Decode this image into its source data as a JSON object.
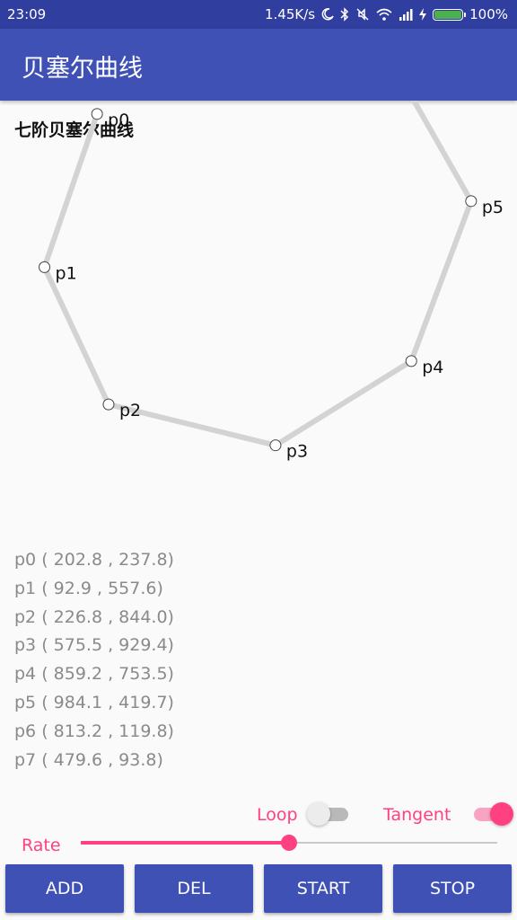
{
  "status_bar": {
    "time": "23:09",
    "speed": "1.45K/s",
    "battery": "100%",
    "icons": [
      "moon-icon",
      "bluetooth-icon",
      "mute-icon",
      "wifi-icon",
      "signal-icon",
      "charging-icon",
      "battery-icon"
    ]
  },
  "app_bar": {
    "title": "贝塞尔曲线"
  },
  "curve": {
    "title": "七阶贝塞尔曲线",
    "polyline_color": "#d3d3d3",
    "points": [
      {
        "label": "p0",
        "x": 202.8,
        "y": 237.8
      },
      {
        "label": "p1",
        "x": 92.9,
        "y": 557.6
      },
      {
        "label": "p2",
        "x": 226.8,
        "y": 844.0
      },
      {
        "label": "p3",
        "x": 575.5,
        "y": 929.4
      },
      {
        "label": "p4",
        "x": 859.2,
        "y": 753.5
      },
      {
        "label": "p5",
        "x": 984.1,
        "y": 419.7
      },
      {
        "label": "p6",
        "x": 813.2,
        "y": 119.8
      },
      {
        "label": "p7",
        "x": 479.6,
        "y": 93.8
      }
    ],
    "coord_text": [
      "p0 ( 202.8 , 237.8)",
      "p1 ( 92.9 , 557.6)",
      "p2 ( 226.8 , 844.0)",
      "p3 ( 575.5 , 929.4)",
      "p4 ( 859.2 , 753.5)",
      "p5 ( 984.1 , 419.7)",
      "p6 ( 813.2 , 119.8)",
      "p7 ( 479.6 , 93.8)"
    ]
  },
  "controls": {
    "loop": {
      "label": "Loop",
      "on": false
    },
    "tangent": {
      "label": "Tangent",
      "on": true
    },
    "rate": {
      "label": "Rate",
      "value": 0.5
    },
    "accent_color": "#ff4081"
  },
  "buttons": {
    "add": "ADD",
    "del": "DEL",
    "start": "START",
    "stop": "STOP"
  },
  "colors": {
    "primary": "#3f51b5",
    "primary_dark": "#303f9f",
    "accent": "#ff4081"
  }
}
